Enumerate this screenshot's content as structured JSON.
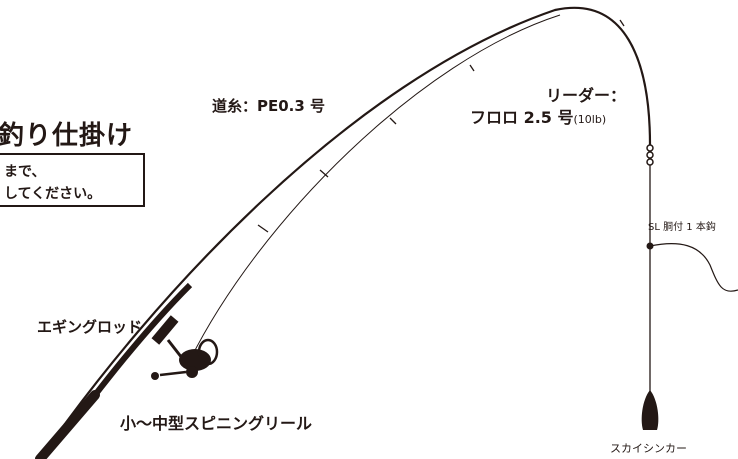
{
  "title": "釣り仕掛け",
  "notice": {
    "line1": "まで、",
    "line2": "してください。"
  },
  "labels": {
    "main_line": "道糸：PE0.3 号",
    "leader_line1": "リーダー：",
    "leader_line2_main": "フロロ 2.5 号",
    "leader_line2_sub": "(10lb)",
    "hook": "SL 胴付 1 本鈎",
    "rod": "エギングロッド",
    "reel": "小〜中型スピニングリール",
    "sinker": "スカイシンカー"
  },
  "colors": {
    "ink": "#231815",
    "background": "#ffffff"
  }
}
